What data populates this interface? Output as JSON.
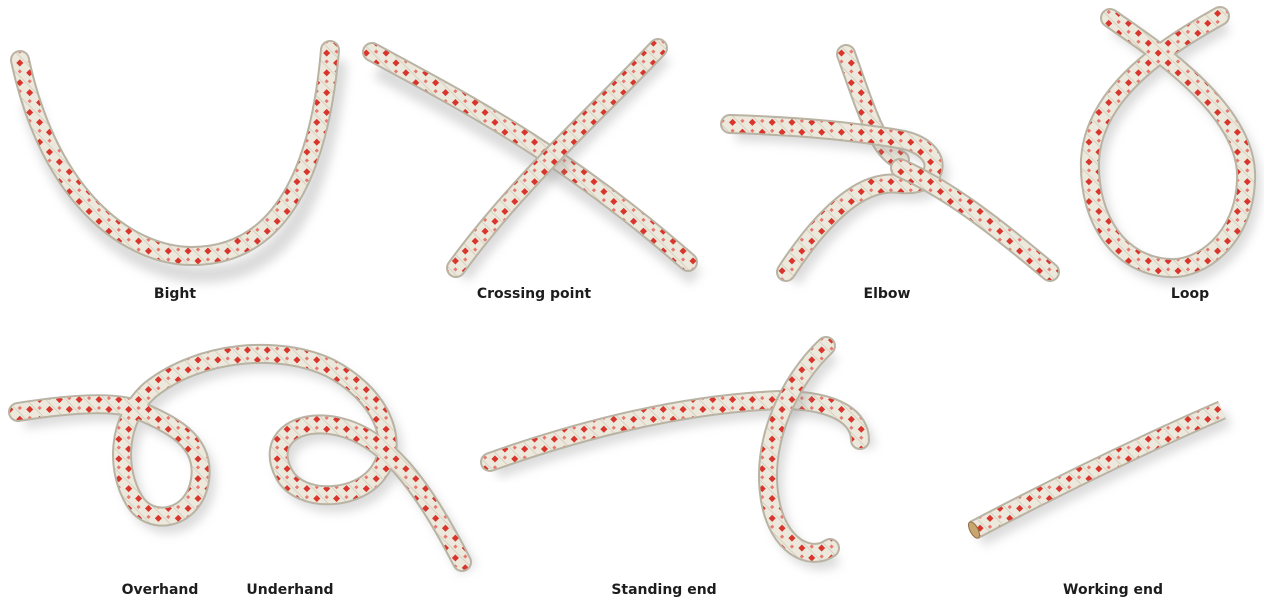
{
  "labels": {
    "bight": "Bight",
    "crossing_point": "Crossing point",
    "elbow": "Elbow",
    "loop": "Loop",
    "overhand": "Overhand",
    "underhand": "Underhand",
    "standing_end": "Standing end",
    "working_end": "Working end"
  },
  "colors": {
    "rope": "#ece8dc",
    "rope_edge": "#b9b3a3",
    "fleck": "#d9352c",
    "shadow": "#9a9a9a",
    "text": "#1d1d1d"
  }
}
